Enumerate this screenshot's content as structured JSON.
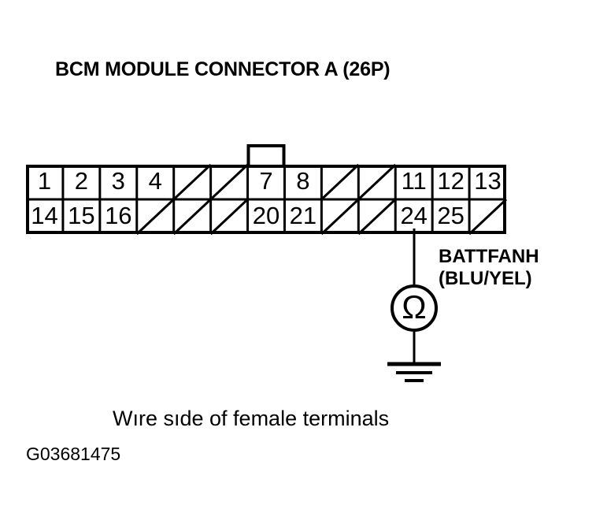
{
  "title": "BCM MODULE CONNECTOR A (26P)",
  "connector": {
    "columns": 13,
    "rows": 2,
    "has_keying_tab": true,
    "keying_tab_above_column": 7,
    "blank_cell_marker": "diagonal-slash",
    "top_row": [
      {
        "label": "1",
        "blank": false
      },
      {
        "label": "2",
        "blank": false
      },
      {
        "label": "3",
        "blank": false
      },
      {
        "label": "4",
        "blank": false
      },
      {
        "label": "",
        "blank": true
      },
      {
        "label": "",
        "blank": true
      },
      {
        "label": "7",
        "blank": false
      },
      {
        "label": "8",
        "blank": false
      },
      {
        "label": "",
        "blank": true
      },
      {
        "label": "",
        "blank": true
      },
      {
        "label": "11",
        "blank": false
      },
      {
        "label": "12",
        "blank": false
      },
      {
        "label": "13",
        "blank": false
      }
    ],
    "bottom_row": [
      {
        "label": "14",
        "blank": false
      },
      {
        "label": "15",
        "blank": false
      },
      {
        "label": "16",
        "blank": false
      },
      {
        "label": "",
        "blank": true
      },
      {
        "label": "",
        "blank": true
      },
      {
        "label": "",
        "blank": true
      },
      {
        "label": "20",
        "blank": false
      },
      {
        "label": "21",
        "blank": false
      },
      {
        "label": "",
        "blank": true
      },
      {
        "label": "",
        "blank": true
      },
      {
        "label": "24",
        "blank": false
      },
      {
        "label": "25",
        "blank": false
      },
      {
        "label": "",
        "blank": true
      }
    ]
  },
  "probe": {
    "source_pin": "24",
    "meter_symbol": "Ω",
    "meter_type": "ohmmeter",
    "terminates_at": "chassis-ground"
  },
  "signal": {
    "name": "BATTFANH",
    "wire_color": "(BLU/YEL)"
  },
  "caption": "Wıre sıde of female terminals",
  "figure_id": "G03681475",
  "colors": {
    "ink": "#000000",
    "background": "#ffffff"
  }
}
